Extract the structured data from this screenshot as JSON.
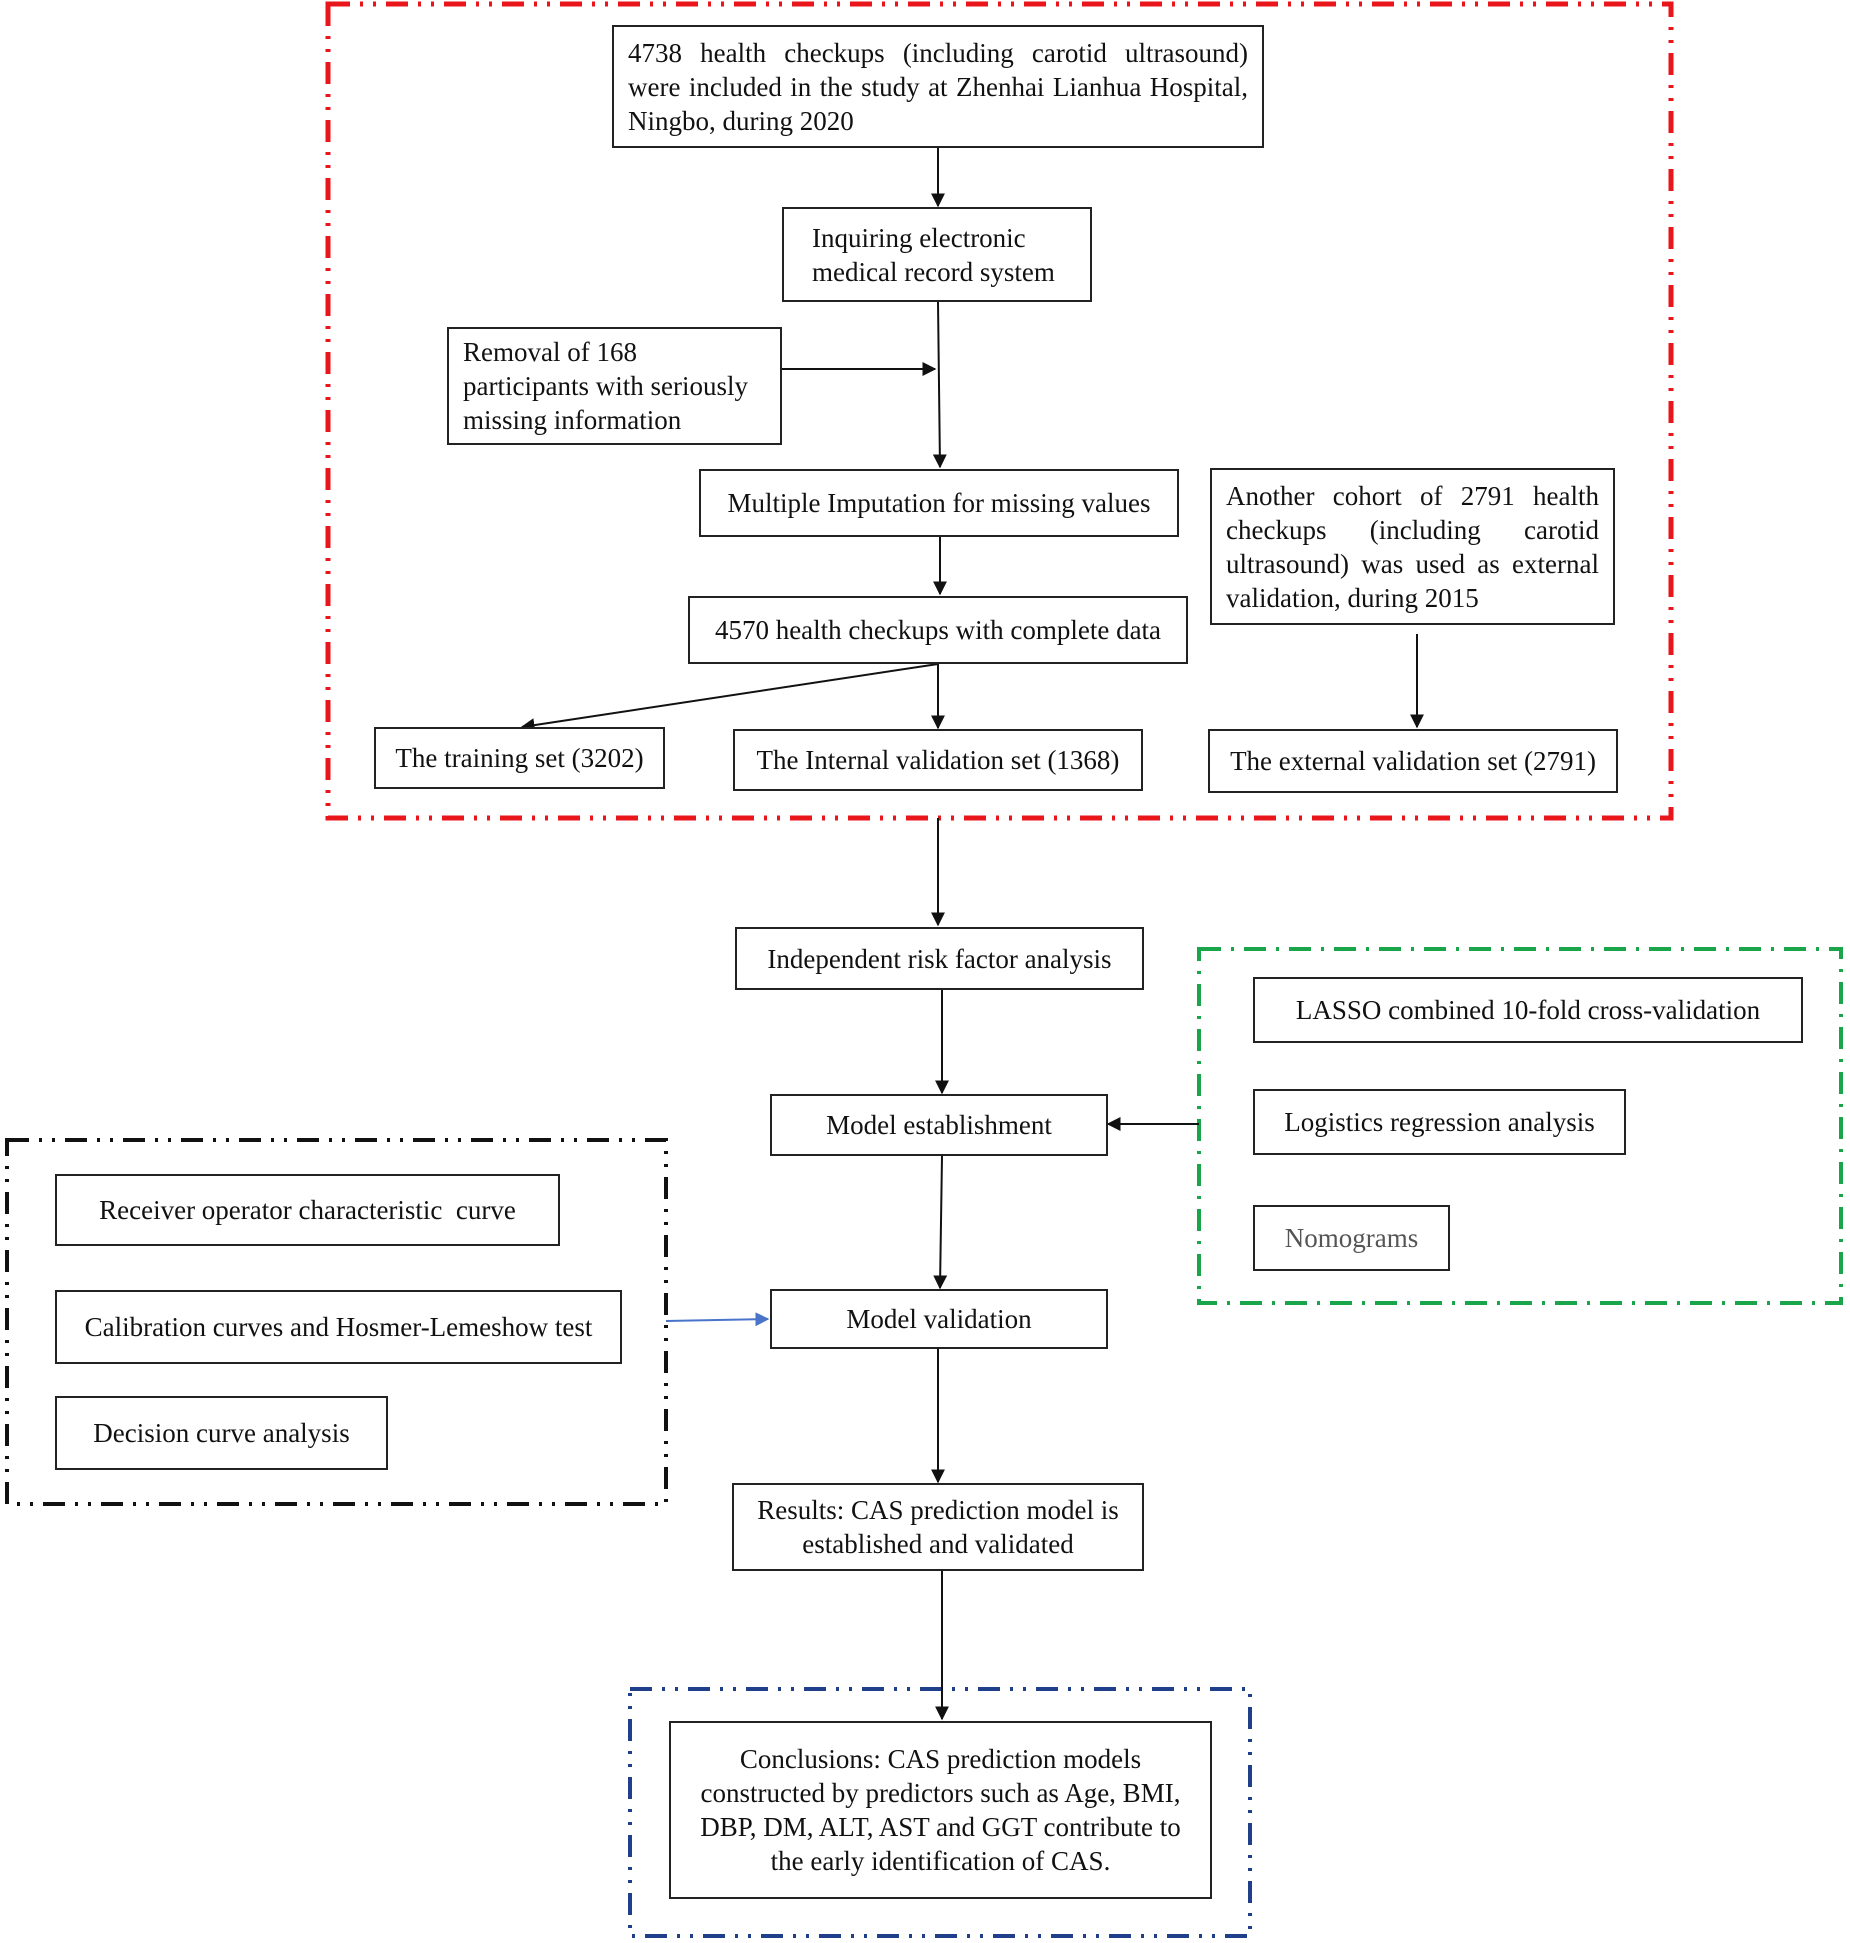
{
  "colors": {
    "red_group": "#e8161b",
    "green_group": "#1aa54a",
    "black_group": "#111111",
    "blue_group": "#1f3f8a",
    "blue_arrow": "#4a74c9",
    "arrow": "#111111"
  },
  "boxes": {
    "health_checkups_2020": "4738 health checkups (including carotid ultrasound) were included in the study at Zhenhai Lianhua Hospital, Ningbo, during 2020",
    "inquiring_emr": "Inquiring electronic medical record system",
    "removal_168": "Removal of 168 participants with seriously missing information",
    "multiple_imputation": "Multiple Imputation for missing values",
    "complete_data_4570": "4570 health checkups with complete data",
    "training_set": "The training set (3202)",
    "internal_validation_set": "The Internal validation set (1368)",
    "external_cohort_2015": "Another cohort of 2791 health checkups (including carotid ultrasound) was used as external validation, during 2015",
    "external_validation_set": "The external validation set (2791)",
    "independent_risk_factor": "Independent risk factor analysis",
    "lasso": "LASSO combined 10-fold cross-validation",
    "model_establishment": "Model establishment",
    "logistics_regression": "Logistics regression analysis",
    "nomograms": "Nomograms",
    "roc_curve": "Receiver operator characteristic  curve",
    "calibration_curves": "Calibration curves and Hosmer-Lemeshow test",
    "model_validation": "Model validation",
    "decision_curve": "Decision curve analysis",
    "results": "Results: CAS prediction model is established and validated",
    "conclusions": "Conclusions: CAS prediction models constructed by predictors such as Age, BMI, DBP, DM, ALT, AST and GGT contribute to the early identification of CAS."
  }
}
